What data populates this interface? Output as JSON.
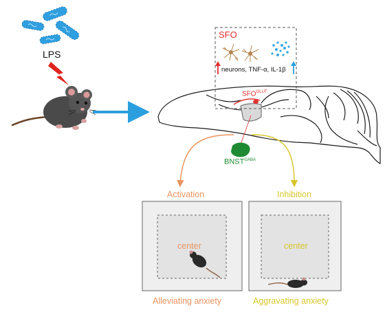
{
  "stimulus": {
    "label": "LPS"
  },
  "sfo_box": {
    "title": "SFO",
    "changes_text": "neurons, TNF-α, IL-1β"
  },
  "brain": {
    "sfo_label": "SFO",
    "sfo_superscript": "GLUT",
    "bnst_label": "BNST",
    "bnst_superscript": "GABA"
  },
  "pathways": {
    "activation": "Activation",
    "inhibition": "Inhibition"
  },
  "arenas": {
    "left_center": "center",
    "right_center": "center",
    "left_outcome": "Alleviating anxiety",
    "right_outcome": "Aggravating anxiety"
  },
  "colors": {
    "sfo_red": "#e0312f",
    "bnst_green": "#1e8a33",
    "activation_orange": "#e89460",
    "inhibition_yellow": "#d7c62d",
    "flow_arrow_blue": "#2b9fde",
    "bacteria_blue": "#2f9fe0",
    "lightning_red": "#e0241f"
  },
  "icons": {
    "bacteria": "bacteria-icon",
    "lightning": "lightning-icon",
    "mouse": "mouse-icon",
    "astrocytes": "astrocyte-icon",
    "cytokines": "cytokine-dots-icon"
  }
}
